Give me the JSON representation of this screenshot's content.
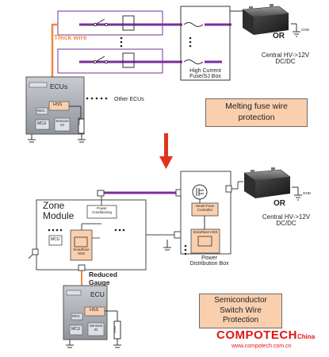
{
  "top": {
    "thick_wire_label": "Thick wire",
    "ecus_title": "ECUs",
    "hss_label": "HSS",
    "reg_label": "REG",
    "mcu_label": "MCU",
    "sensors_io_label": "Sensors IO",
    "load_label": "Load",
    "other_ecus_label": "Other ECUs",
    "fuse_box_label": "High Current Fuse/SJ Box",
    "or_label": "OR",
    "gnd_label": "GND",
    "central_label": "Central HV->12V DC/DC",
    "caption": "Melting fuse wire protection"
  },
  "bottom": {
    "zone_module_title": "Zone Module",
    "power_conditioning_label": "Power Conditioning",
    "mcu_label": "MCU",
    "smartfuse_hss_label": "Smartfuse HSS",
    "reduced_gauge_label": "Reduced Gauge",
    "ecu_title": "ECU",
    "hss_label": "HSS",
    "reg_label": "REG",
    "mcu2_label": "MCU",
    "sensors_io_label": "Sensors IO",
    "load_label": "Load",
    "smart_fuse_controller_label": "Smart Fuse Controller",
    "smartfuse_hss2_label": "Smartfuse HSS",
    "power_distribution_label": "Power Distribution Box",
    "or_label": "OR",
    "gnd_label": "GND",
    "central_label": "Central HV->12V DC/DC",
    "caption": "Semiconductor Switch Wire Protection"
  },
  "watermark": {
    "brand": "COMPOTECH",
    "brand_suffix": "China",
    "url": "www.compotech.com.cn"
  },
  "colors": {
    "purple_wire": "#7b2d9e",
    "orange_wire": "#f08a3c",
    "arrow_red": "#e0321e",
    "peach_box": "#f9cfae",
    "watermark_red": "#e01616"
  }
}
